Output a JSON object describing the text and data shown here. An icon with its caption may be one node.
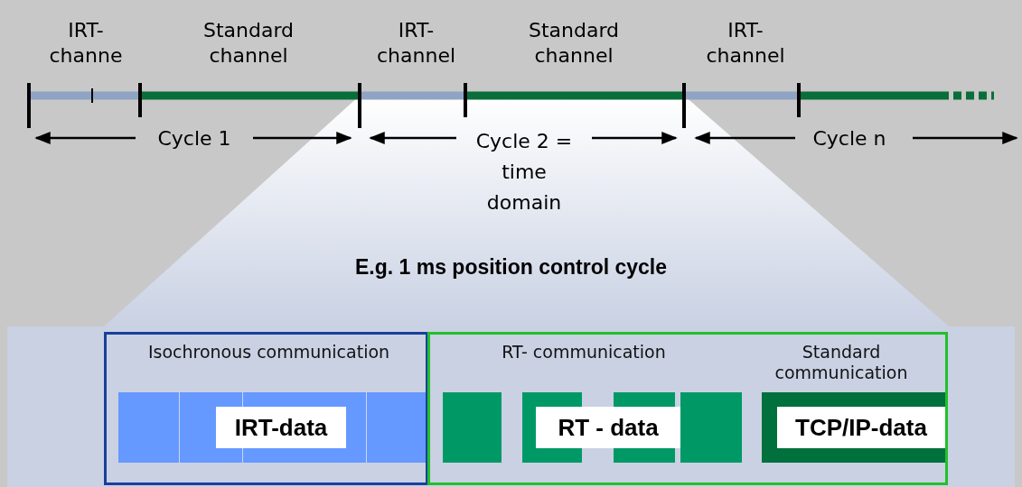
{
  "diagram": {
    "nodes": [
      {
        "text": [
          "Isochronous communication"
        ]
      },
      {
        "text": [
          "IRT-data"
        ],
        "in": 0
      },
      {
        "text": [
          "RT- communication",
          "Standard communication"
        ]
      },
      {
        "text": [
          "RT - data"
        ],
        "in": 2
      },
      {
        "text": [
          "TCP/IP-data"
        ],
        "in": 2
      }
    ],
    "edges": [],
    "labels": [
      "IRT- channe",
      "Standard channel",
      "IRT- channel",
      "Standard channel",
      "IRT- channel",
      "Cycle 1",
      "Cycle 2 = time domain",
      "Cycle n",
      "E.g. 1 ms position control cycle"
    ]
  }
}
